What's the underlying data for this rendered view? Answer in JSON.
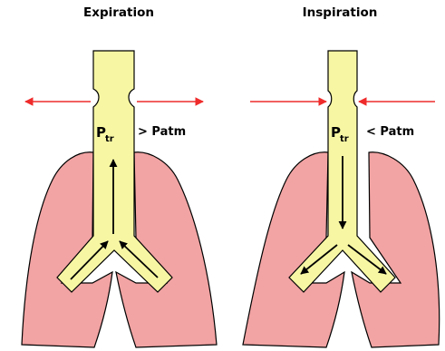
{
  "panels": [
    {
      "title": "Expiration",
      "pressure_symbol": "P",
      "pressure_subscript": "tr",
      "relation": "> Patm",
      "airflow": "out",
      "external_arrows": "outward"
    },
    {
      "title": "Inspiration",
      "pressure_symbol": "P",
      "pressure_subscript": "tr",
      "relation": "< Patm",
      "airflow": "in",
      "external_arrows": "inward"
    }
  ],
  "colors": {
    "lung_fill": "#f2a3a3",
    "lung_stroke": "#000000",
    "airway_fill": "#f7f7a3",
    "arrow_red": "#ef2b2b",
    "arrow_black": "#000000"
  }
}
